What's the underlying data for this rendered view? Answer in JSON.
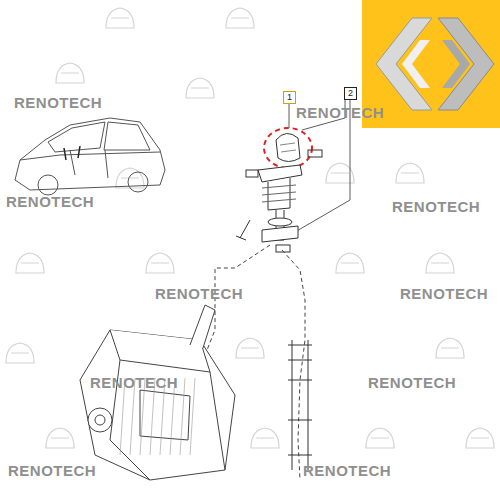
{
  "diagram": {
    "labels": [
      "RENOTECH",
      "RENOTECH",
      "RENOTECH",
      "RENOTECH",
      "RENOTECH",
      "RENOTECH",
      "RENOTECH",
      "RENOTECH",
      "RENOTECH",
      "RENOTECH",
      "1",
      "2"
    ]
  }
}
